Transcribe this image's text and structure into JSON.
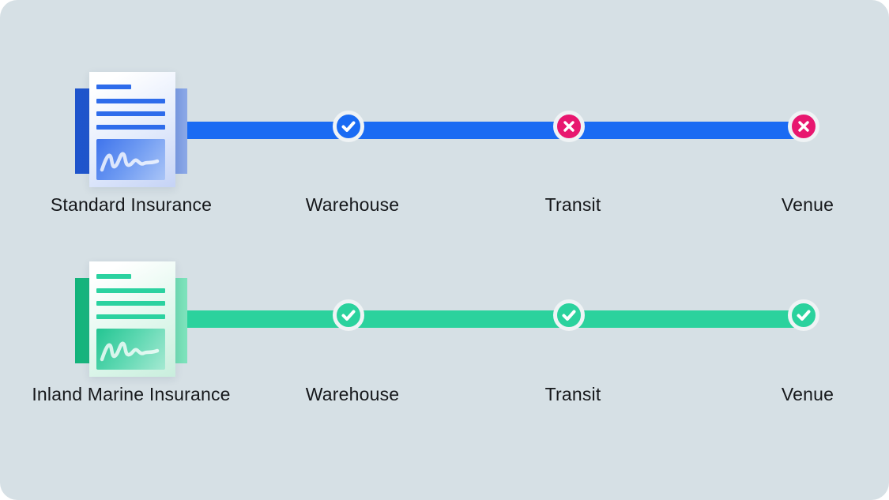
{
  "colors": {
    "background": "#d6e0e5",
    "page": "#ffffff",
    "blue": "#1a6bf3",
    "green": "#2bd29d",
    "pink": "#e8176f",
    "ring": "#eff3f5",
    "text": "#16181b"
  },
  "icons": {
    "covered": "check-icon",
    "not_covered": "x-icon",
    "policy": "insurance-document-icon"
  },
  "rows": [
    {
      "label": "Standard Insurance",
      "theme": "blue",
      "stages": [
        {
          "label": "Warehouse",
          "status": "covered"
        },
        {
          "label": "Transit",
          "status": "not_covered"
        },
        {
          "label": "Venue",
          "status": "not_covered"
        }
      ]
    },
    {
      "label": "Inland Marine Insurance",
      "theme": "green",
      "stages": [
        {
          "label": "Warehouse",
          "status": "covered"
        },
        {
          "label": "Transit",
          "status": "covered"
        },
        {
          "label": "Venue",
          "status": "covered"
        }
      ]
    }
  ]
}
